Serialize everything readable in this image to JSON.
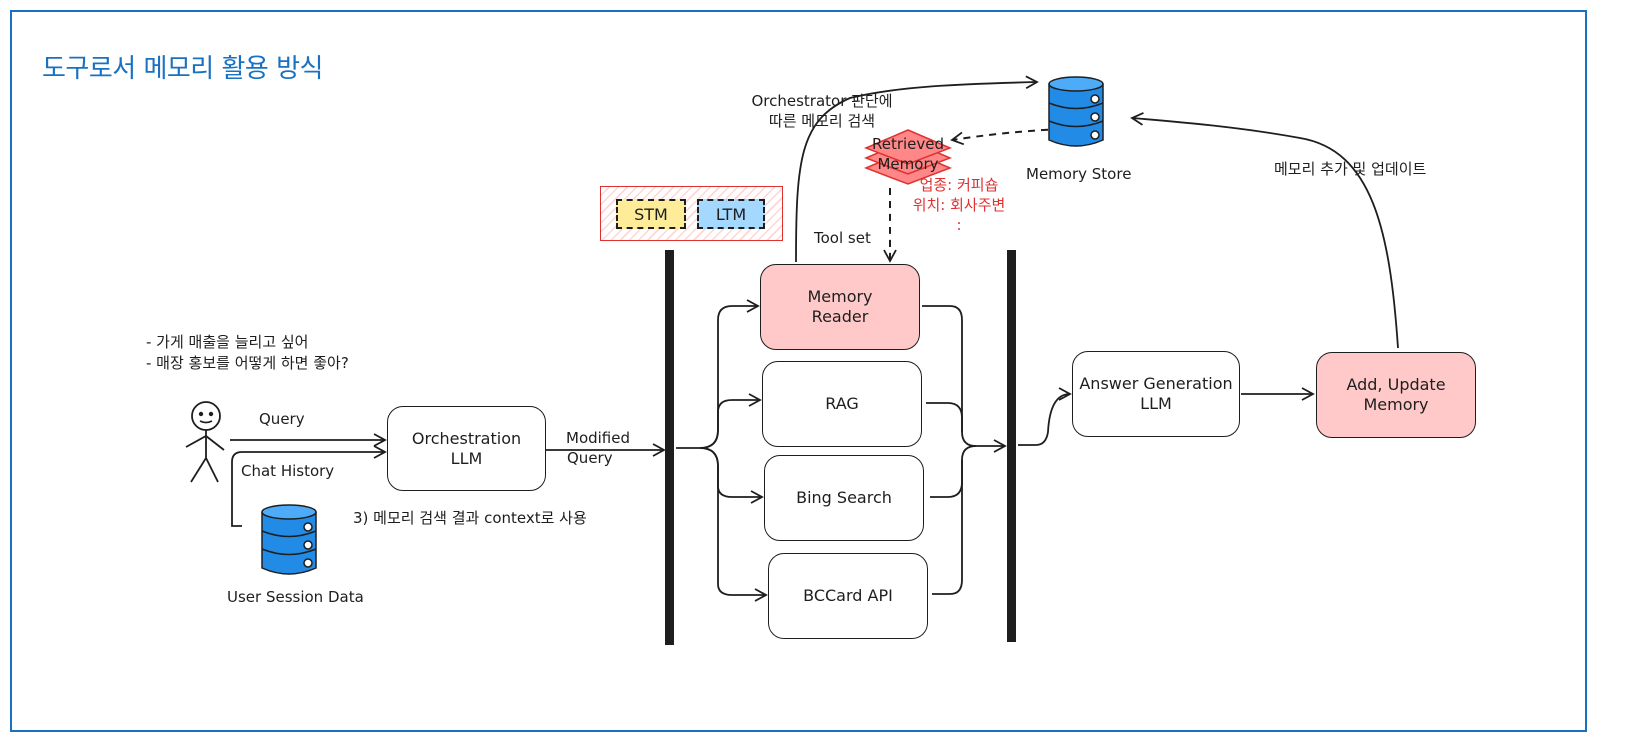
{
  "title": "도구로서 메모리 활용 방식",
  "user": {
    "query_lines": [
      "- 가게 매출을 늘리고 싶어",
      "- 매장 홍보를 어떻게 하면 좋아?"
    ],
    "query_label": "Query",
    "chat_history_label": "Chat History",
    "session_store_label": "User Session Data"
  },
  "orchestration": {
    "box_line1": "Orchestration",
    "box_line2": "LLM",
    "modified_line1": "Modified",
    "modified_line2": "Query",
    "context_note": "3) 메모리 검색 결과 context로 사용"
  },
  "memory_legend": {
    "stm": "STM",
    "ltm": "LTM"
  },
  "toolset": {
    "label": "Tool set",
    "tools": [
      {
        "line1": "Memory",
        "line2": "Reader"
      },
      {
        "line1": "RAG",
        "line2": ""
      },
      {
        "line1": "Bing Search",
        "line2": ""
      },
      {
        "line1": "BCCard API",
        "line2": ""
      }
    ]
  },
  "memory_search": {
    "line1": "Orchestrator 판단에",
    "line2": "따른 메모리 검색"
  },
  "retrieved": {
    "line1": "Retrieved",
    "line2": "Memory",
    "detail_lines": [
      "업종: 커피숍",
      "위치: 회사주변",
      ":"
    ]
  },
  "memory_store": {
    "label": "Memory Store",
    "update_label": "메모리 추가 및 업데이트"
  },
  "answer": {
    "line1": "Answer Generation",
    "line2": "LLM"
  },
  "update_box": {
    "line1": "Add, Update",
    "line2": "Memory"
  },
  "colors": {
    "title": "#1971c2",
    "frame": "#1971c2",
    "pink_fill": "#ffc9c9",
    "stm_fill": "#ffec99",
    "ltm_fill": "#a5d8ff",
    "db_fill": "#228be6",
    "annotation_red": "#e03131",
    "ink": "#1e1e1e"
  },
  "icons": [
    "person-icon",
    "database-icon",
    "stacked-layers-icon"
  ]
}
